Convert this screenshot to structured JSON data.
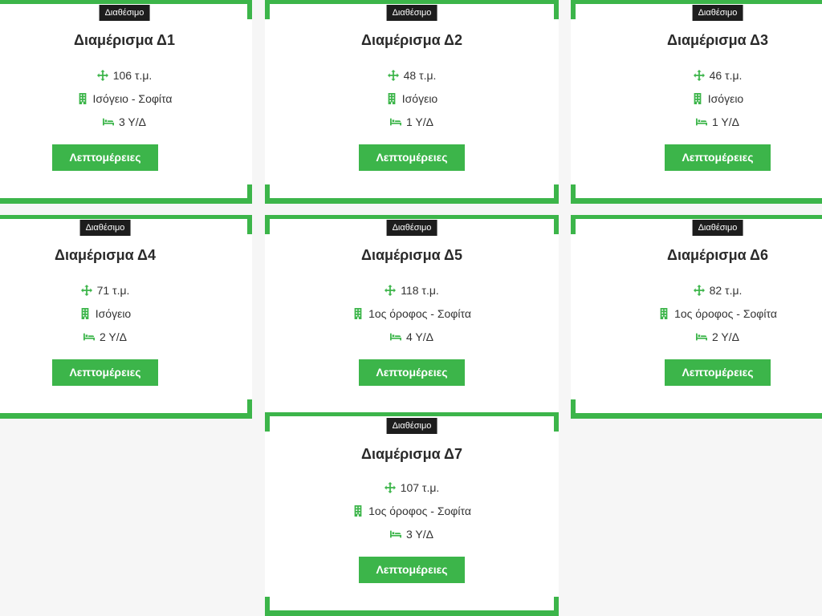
{
  "theme": {
    "accent": "#3cb54a",
    "badge_bg": "#1d1d1d",
    "page_bg": "#f6f6f6",
    "card_bg": "#ffffff"
  },
  "icons": {
    "area": "arrows-move-icon",
    "floor": "building-icon",
    "rooms": "bed-icon"
  },
  "apartments": [
    {
      "badge": "Διαθέσιμο",
      "title": "Διαμέρισμα Δ1",
      "area": "106 τ.μ.",
      "floor": "Ισόγειο - Σοφίτα",
      "rooms": "3 Υ/Δ",
      "button": "Λεπτομέρειες"
    },
    {
      "badge": "Διαθέσιμο",
      "title": "Διαμέρισμα Δ2",
      "area": "48 τ.μ.",
      "floor": "Ισόγειο",
      "rooms": "1 Υ/Δ",
      "button": "Λεπτομέρειες"
    },
    {
      "badge": "Διαθέσιμο",
      "title": "Διαμέρισμα Δ3",
      "area": "46 τ.μ.",
      "floor": "Ισόγειο",
      "rooms": "1 Υ/Δ",
      "button": "Λεπτομέρειες"
    },
    {
      "badge": "Διαθέσιμο",
      "title": "Διαμέρισμα Δ4",
      "area": "71 τ.μ.",
      "floor": "Ισόγειο",
      "rooms": "2 Υ/Δ",
      "button": "Λεπτομέρειες"
    },
    {
      "badge": "Διαθέσιμο",
      "title": "Διαμέρισμα Δ5",
      "area": "118 τ.μ.",
      "floor": "1ος όροφος - Σοφίτα",
      "rooms": "4 Υ/Δ",
      "button": "Λεπτομέρειες"
    },
    {
      "badge": "Διαθέσιμο",
      "title": "Διαμέρισμα Δ6",
      "area": "82 τ.μ.",
      "floor": "1ος όροφος - Σοφίτα",
      "rooms": "2 Υ/Δ",
      "button": "Λεπτομέρειες"
    },
    {
      "badge": "Διαθέσιμο",
      "title": "Διαμέρισμα Δ7",
      "area": "107 τ.μ.",
      "floor": "1ος όροφος - Σοφίτα",
      "rooms": "3 Υ/Δ",
      "button": "Λεπτομέρειες"
    }
  ]
}
